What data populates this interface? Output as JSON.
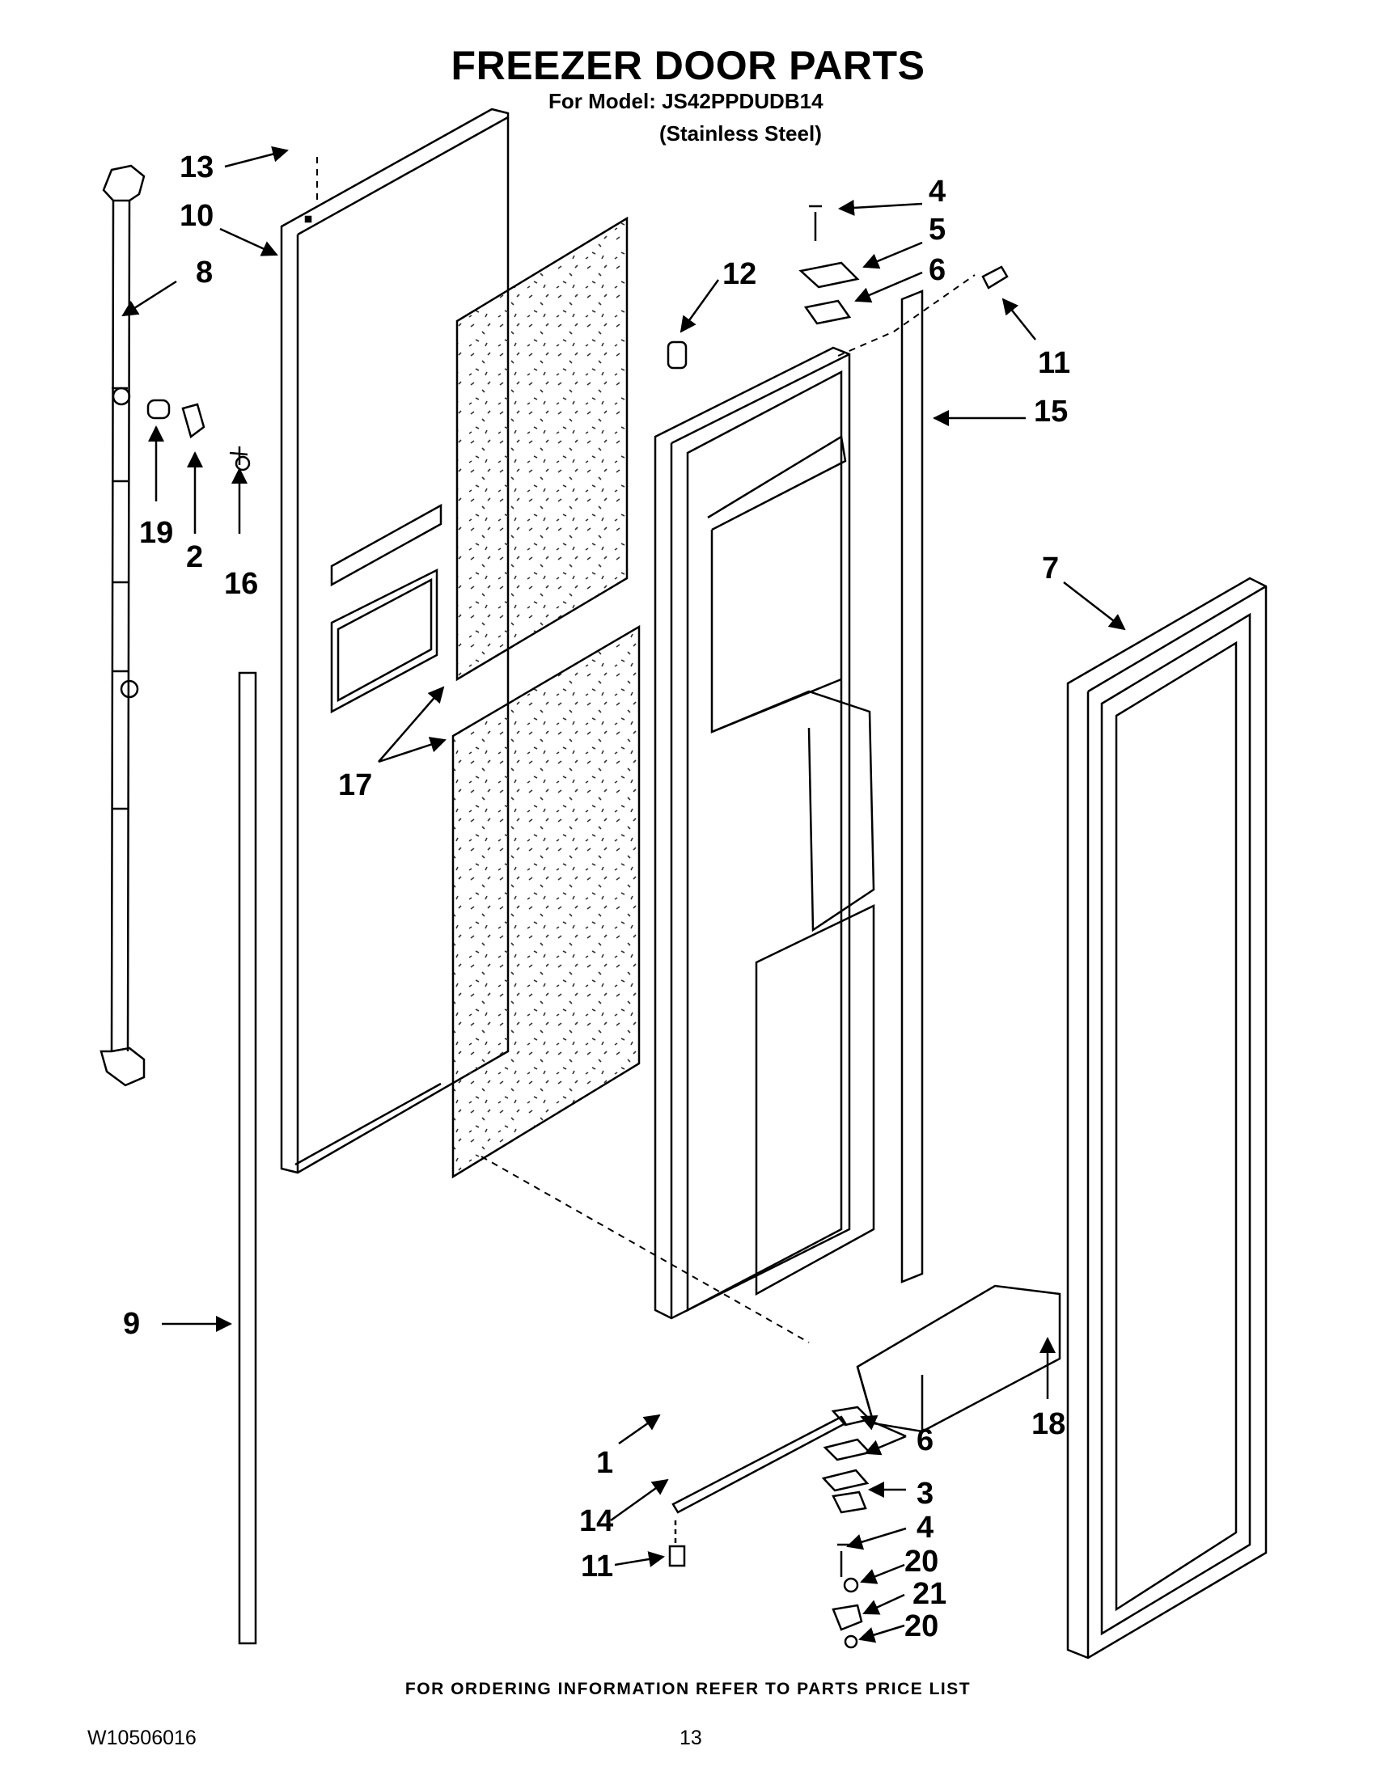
{
  "header": {
    "title": "FREEZER DOOR PARTS",
    "model_line": "For Model: JS42PPDUDB14",
    "finish_line": "(Stainless Steel)"
  },
  "callouts": {
    "c1": "1",
    "c2": "2",
    "c3": "3",
    "c4a": "4",
    "c4b": "4",
    "c5": "5",
    "c6a": "6",
    "c6b": "6",
    "c7": "7",
    "c8": "8",
    "c9": "9",
    "c10": "10",
    "c11a": "11",
    "c11b": "11",
    "c12": "12",
    "c13": "13",
    "c14": "14",
    "c15": "15",
    "c16": "16",
    "c17": "17",
    "c18": "18",
    "c19": "19",
    "c20a": "20",
    "c20b": "20",
    "c21": "21"
  },
  "footer": {
    "ordering_note": "FOR ORDERING INFORMATION REFER TO PARTS PRICE LIST",
    "document_number": "W10506016",
    "page_number": "13"
  }
}
